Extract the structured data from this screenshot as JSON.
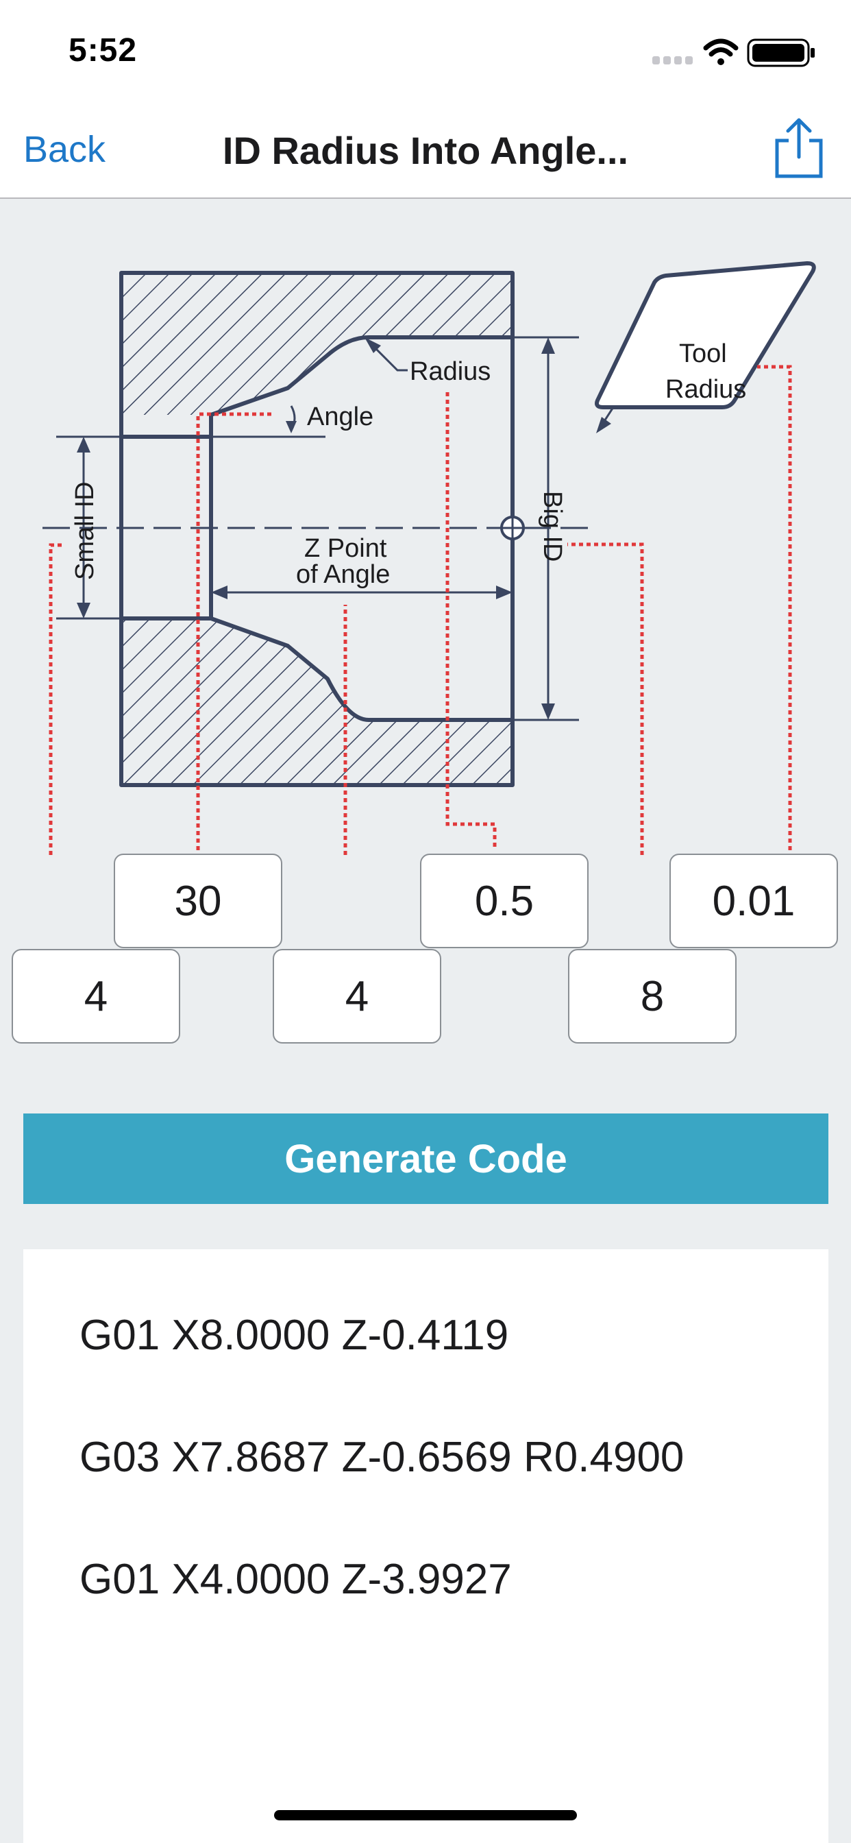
{
  "status_bar": {
    "time": "5:52"
  },
  "nav": {
    "back_label": "Back",
    "title": "ID Radius Into Angle...",
    "share_icon": "share-icon"
  },
  "diagram": {
    "label_radius": "Radius",
    "label_angle": "Angle",
    "label_tool_line1": "Tool",
    "label_tool_line2": "Radius",
    "label_small_id": "Small ID",
    "label_big_id": "Big ID",
    "label_z_line1": "Z Point",
    "label_z_line2": "of Angle",
    "guide_color": "#e0393b",
    "line_color": "#3a4560"
  },
  "inputs": {
    "angle": "30",
    "radius": "0.5",
    "tool_radius": "0.01",
    "small_id": "4",
    "z_point": "4",
    "big_id": "8"
  },
  "generate_label": "Generate Code",
  "output": {
    "lines": [
      "G01 X8.0000 Z-0.4119",
      "G03 X7.8687 Z-0.6569 R0.4900",
      "G01 X4.0000 Z-3.9927"
    ]
  },
  "colors": {
    "accent": "#3aa6c4",
    "link": "#1e78c8",
    "background": "#ebeef0"
  }
}
